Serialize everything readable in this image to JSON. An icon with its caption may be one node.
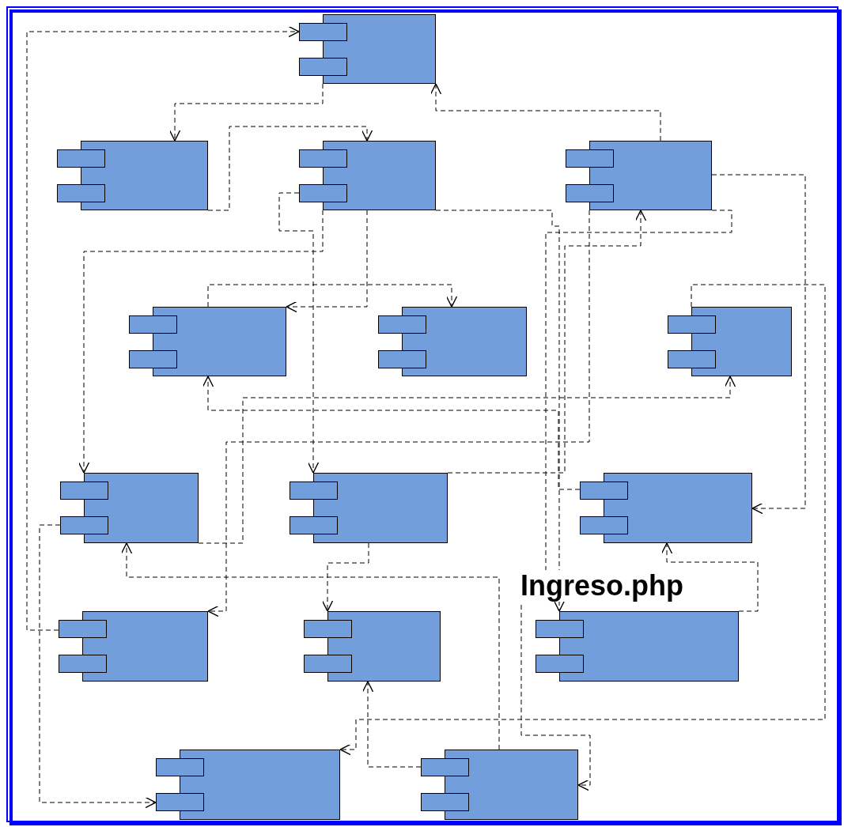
{
  "diagram": {
    "nodes": [
      {
        "text": [],
        "shape": "box"
      },
      {
        "text": [],
        "shape": "box"
      },
      {
        "text": [],
        "shape": "box"
      },
      {
        "text": [],
        "shape": "box"
      },
      {
        "text": [],
        "shape": "box"
      },
      {
        "text": [],
        "shape": "box"
      },
      {
        "text": [],
        "shape": "box"
      },
      {
        "text": [],
        "shape": "box"
      },
      {
        "text": [],
        "shape": "box"
      },
      {
        "text": [],
        "shape": "box"
      },
      {
        "text": [],
        "shape": "box"
      },
      {
        "text": [],
        "shape": "box"
      },
      {
        "text": [
          "Ingreso.php"
        ]
      },
      {
        "text": [],
        "shape": "box"
      },
      {
        "text": [],
        "shape": "box"
      }
    ],
    "edges": [
      {
        "from": 10,
        "to": 0,
        "arrow": "to",
        "style": "dashed"
      },
      {
        "from": 0,
        "to": 1,
        "arrow": "to",
        "style": "dashed"
      },
      {
        "from": 1,
        "to": 2,
        "arrow": "to",
        "style": "dashed"
      },
      {
        "from": 3,
        "to": 0,
        "arrow": "to",
        "style": "dashed"
      },
      {
        "from": 2,
        "to": 4,
        "arrow": "to",
        "style": "dashed"
      },
      {
        "from": 4,
        "to": 5,
        "arrow": "to",
        "style": "dashed"
      },
      {
        "from": 2,
        "to": 7,
        "arrow": "to",
        "style": "dashed"
      },
      {
        "from": 2,
        "to": 8,
        "arrow": "to",
        "style": "dashed"
      },
      {
        "from": 2,
        "to": 12,
        "arrow": "to",
        "style": "dashed"
      },
      {
        "from": 3,
        "to": 14,
        "arrow": "to",
        "style": "dashed"
      },
      {
        "from": 8,
        "to": 3,
        "arrow": "to",
        "style": "dashed"
      },
      {
        "from": 3,
        "to": 10,
        "arrow": "to",
        "style": "dashed"
      },
      {
        "from": 3,
        "to": 9,
        "arrow": "to",
        "style": "dashed"
      },
      {
        "from": 6,
        "to": 13,
        "arrow": "to",
        "style": "dashed"
      },
      {
        "from": 14,
        "to": 11,
        "arrow": "to",
        "style": "dashed"
      },
      {
        "from": 12,
        "to": 9,
        "arrow": "to",
        "style": "dashed"
      },
      {
        "from": 9,
        "to": 4,
        "arrow": "to",
        "style": "dashed"
      },
      {
        "from": 7,
        "to": 6,
        "arrow": "to",
        "style": "dashed"
      },
      {
        "from": 14,
        "to": 7,
        "arrow": "to",
        "style": "dashed"
      },
      {
        "from": 8,
        "to": 11,
        "arrow": "to",
        "style": "dashed"
      },
      {
        "from": 7,
        "to": 13,
        "arrow": "to",
        "style": "dashed"
      }
    ]
  }
}
